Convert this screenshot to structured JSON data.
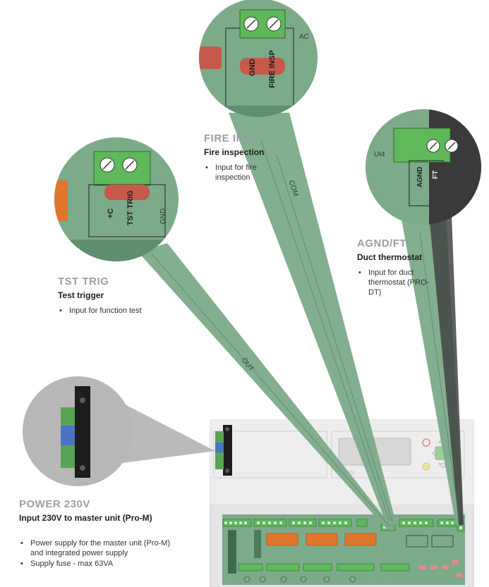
{
  "callouts": {
    "fire_insp": {
      "code": "FIRE INSP",
      "title": "Fire inspection",
      "bullets": [
        "Input for fire inspection"
      ],
      "pins": [
        "GND",
        "FIRE INSP"
      ],
      "edge_label": "AC"
    },
    "tst_trig": {
      "code": "TST TRIG",
      "title": "Test trigger",
      "bullets": [
        "Input for function test"
      ],
      "pins": [
        "+C",
        "TST TRIG"
      ],
      "edge_label": "GND"
    },
    "agnd_ft": {
      "code": "AGND/FT",
      "title": "Duct thermostat",
      "bullets": [
        "Input for duct thermostat (PRO-DT)"
      ],
      "pins": [
        "AGND",
        "FT"
      ],
      "edge_label": "UI4"
    },
    "power": {
      "code": "POWER 230V",
      "title": "Input 230V to master unit (Pro-M)",
      "bullets": [
        "Power supply for the master unit (Pro-M) and integrated power supply",
        "Supply fuse - max 63VA"
      ]
    }
  },
  "board_labels": [
    "COM",
    "OUT"
  ],
  "colors": {
    "pcb": "#7cab8a",
    "pcb_dark": "#5f8f6e",
    "terminal": "#5fb85a",
    "relay": "#e0752c",
    "lens_gray": "#b7b7b7",
    "code_gray": "#9aa0a6"
  }
}
